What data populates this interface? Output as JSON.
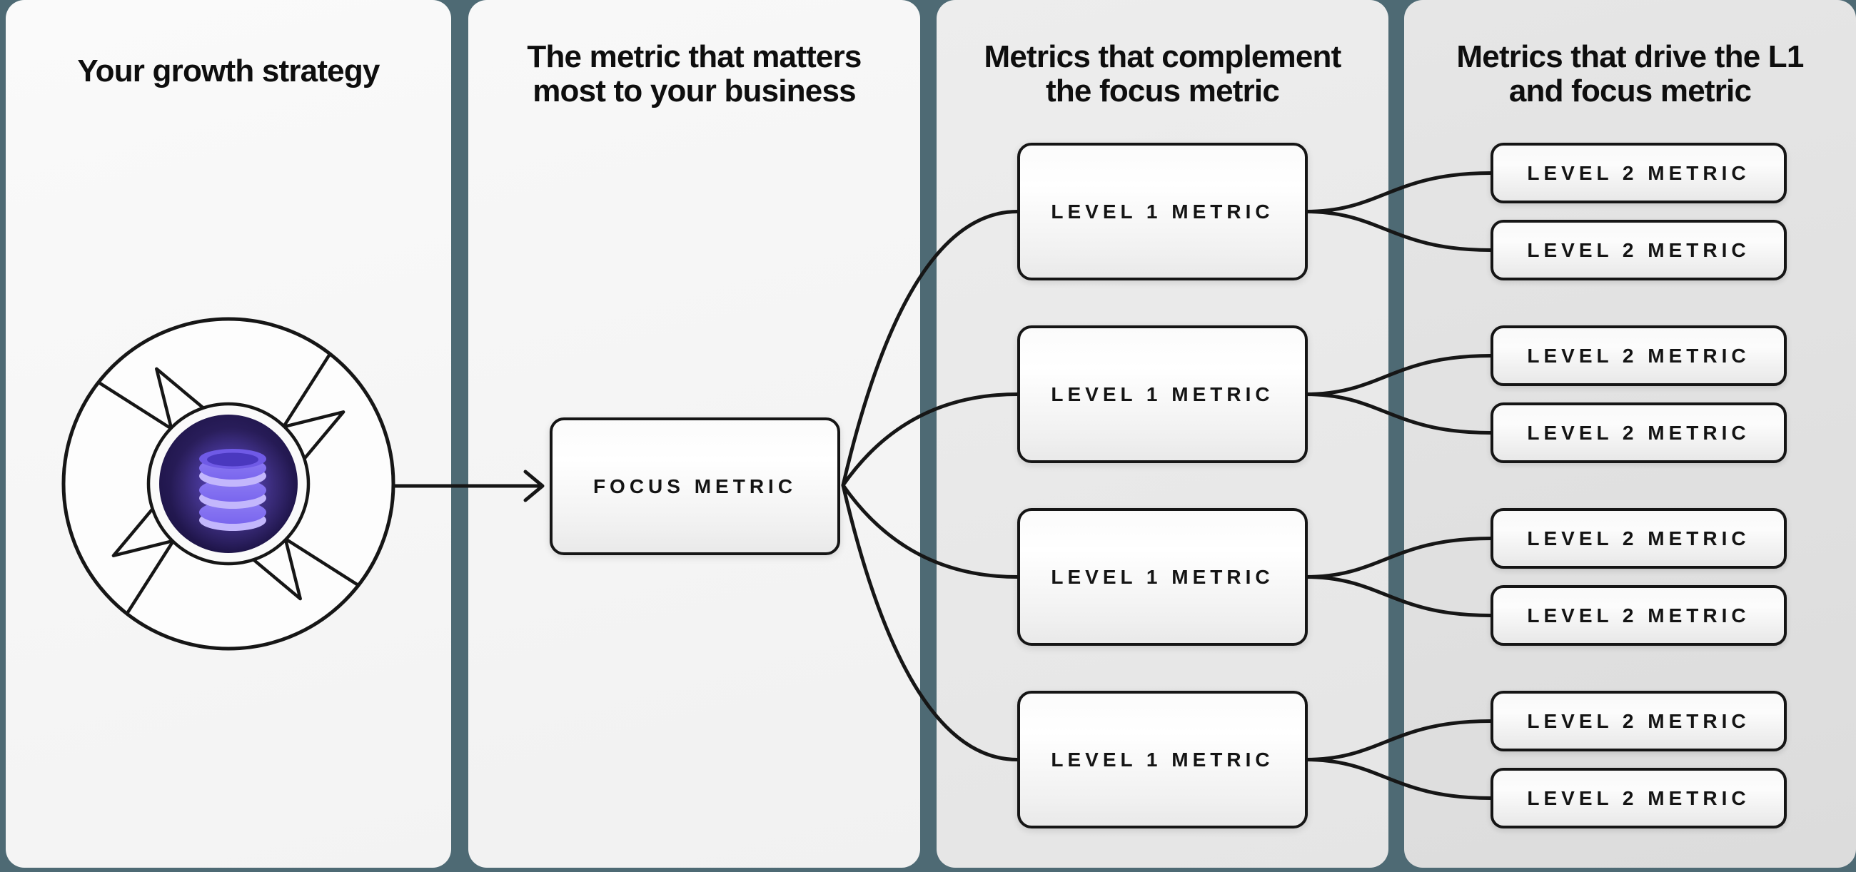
{
  "colors": {
    "background": "#4e6a74",
    "panel_offwhite": "#f6f6f6",
    "panel_gray": "#e9e9e9",
    "panel_dark_gray": "#e0e0e0",
    "line": "#161616",
    "box_border": "#151515",
    "core_indigo": "#271c58",
    "database_purple": "#8d7cf3",
    "database_light_purple": "#c3b7fc"
  },
  "panels": [
    {
      "title_lines": [
        "Your growth strategy"
      ]
    },
    {
      "title_lines": [
        "The metric that matters",
        "most to your business"
      ],
      "box_label": "FOCUS METRIC"
    },
    {
      "title_lines": [
        "Metrics that complement",
        "the focus metric"
      ],
      "box_labels": [
        "LEVEL 1 METRIC",
        "LEVEL 1 METRIC",
        "LEVEL 1 METRIC",
        "LEVEL 1 METRIC"
      ]
    },
    {
      "title_lines": [
        "Metrics that drive the L1",
        "and focus metric"
      ],
      "box_labels": [
        "LEVEL 2 METRIC",
        "LEVEL 2 METRIC",
        "LEVEL 2 METRIC",
        "LEVEL 2 METRIC",
        "LEVEL 2 METRIC",
        "LEVEL 2 METRIC",
        "LEVEL 2 METRIC",
        "LEVEL 2 METRIC"
      ]
    }
  ],
  "icons": {
    "flywheel": "flywheel-icon",
    "database": "database-icon",
    "arrow": "arrow-right-icon"
  }
}
